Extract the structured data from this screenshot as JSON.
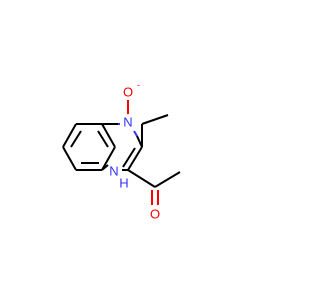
{
  "molecule": {
    "atoms": {
      "n_oxide": "N",
      "oxide_oxygen": "O",
      "oxide_charge": "-",
      "nh_nitrogen": "N",
      "nh_hydrogen": "H",
      "carbonyl_oxygen": "O"
    },
    "colors": {
      "bond": "#000000",
      "nitrogen": "#3333ff",
      "oxygen": "#ff0000",
      "background": "#ffffff"
    }
  }
}
